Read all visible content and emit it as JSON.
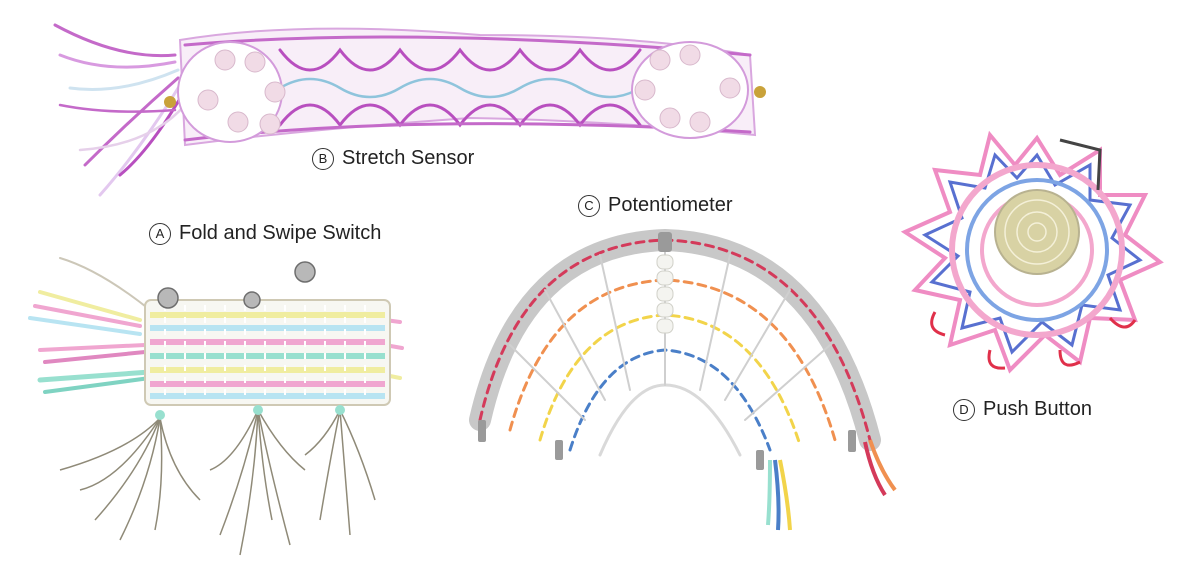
{
  "labels": {
    "a": {
      "letter": "A",
      "text": "Fold and Swipe Switch"
    },
    "b": {
      "letter": "B",
      "text": "Stretch Sensor"
    },
    "c": {
      "letter": "C",
      "text": "Potentiometer"
    },
    "d": {
      "letter": "D",
      "text": "Push Button"
    }
  },
  "colors": {
    "stretch_purple": "#b84fbf",
    "stretch_blue": "#8fc4dc",
    "pearl": "#f1dbe6",
    "switch_pink": "#f0a6d0",
    "switch_mint": "#98e0cf",
    "switch_yellow": "#f0eda0",
    "silver_thread": "#8f8a78",
    "rainbow_red": "#d43a5a",
    "rainbow_orange": "#f09050",
    "rainbow_yellow": "#f2d44a",
    "rainbow_blue": "#4a7fc8",
    "button_pink": "#ef8cc3",
    "button_blue": "#5870d0",
    "button_core": "#d8d2a4"
  }
}
